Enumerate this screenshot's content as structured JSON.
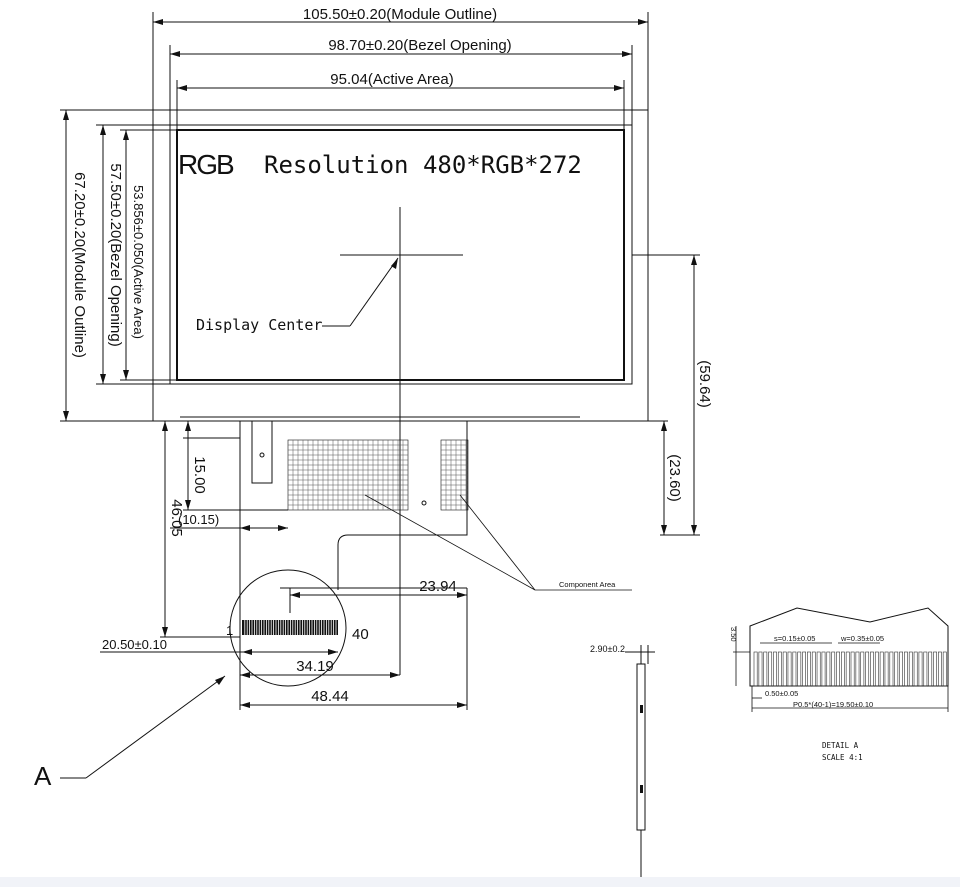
{
  "dims": {
    "module_outline_w": "105.50±0.20(Module Outline)",
    "bezel_opening_w": "98.70±0.20(Bezel Opening)",
    "active_area_w": "95.04(Active Area)",
    "module_outline_h": "67.20±0.20(Module Outline)",
    "bezel_opening_h": "57.50±0.20(Bezel Opening)",
    "active_area_h": "53.856±0.050(Active Area)",
    "right_total": "(59.64)",
    "right_lower": "(23.60)",
    "fpc_15": "15.00",
    "fpc_4605": "46.05",
    "fpc_1015": "(10.15)",
    "fpc_2394": "23.94",
    "fpc_2050": "20.50±0.10",
    "fpc_3419": "34.19",
    "fpc_4844": "48.44",
    "pin_1": "1",
    "pin_40": "40",
    "side_thickness": "2.90±0.2"
  },
  "labels": {
    "rgb_mark": "RGB",
    "resolution": "Resolution  480*RGB*272",
    "display_center": "Display Center",
    "component_area": "Component Area",
    "detail_ref": "A"
  },
  "detail": {
    "height": "3.50",
    "gap": "s=0.15±0.05",
    "width": "w=0.35±0.05",
    "edge": "0.50±0.05",
    "pitch": "P0.5*(40-1)=19.50±0.10",
    "title": "DETAIL  A",
    "scale": "SCALE  4:1"
  },
  "colors": {
    "line": "#111111",
    "footer": "#f1f3f8"
  }
}
